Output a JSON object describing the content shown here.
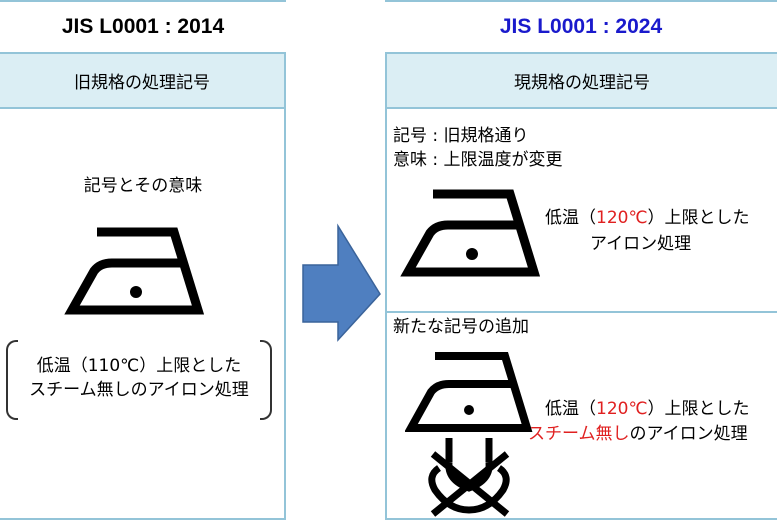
{
  "left": {
    "title": "JIS  L0001 : 2014",
    "title_color": "#000000",
    "header": "旧規格の処理記号",
    "caption": "記号とその意味",
    "meaning_line1": "低温（110℃）上限とした",
    "meaning_line2": "スチーム無しのアイロン処理"
  },
  "right": {
    "title": "JIS  L0001 : 2024",
    "title_color": "#1a1acc",
    "header": "現規格の処理記号",
    "section1": {
      "line1": "記号 : 旧規格通り",
      "line2": "意味 : 上限温度が変更",
      "desc_pre": "低温（",
      "desc_temp": "120℃",
      "desc_post": "）上限とした",
      "desc_line2": "アイロン処理"
    },
    "section2": {
      "title": "新たな記号の追加",
      "desc_pre": "低温（",
      "desc_temp": "120℃",
      "desc_post": "）上限とした",
      "desc_red": "スチーム無し",
      "desc_line2_rest": "のアイロン処理"
    }
  },
  "colors": {
    "border": "#93c4d8",
    "header_bg": "#dbeef4",
    "arrow": "#4f7fc0",
    "highlight": "#e02020"
  }
}
